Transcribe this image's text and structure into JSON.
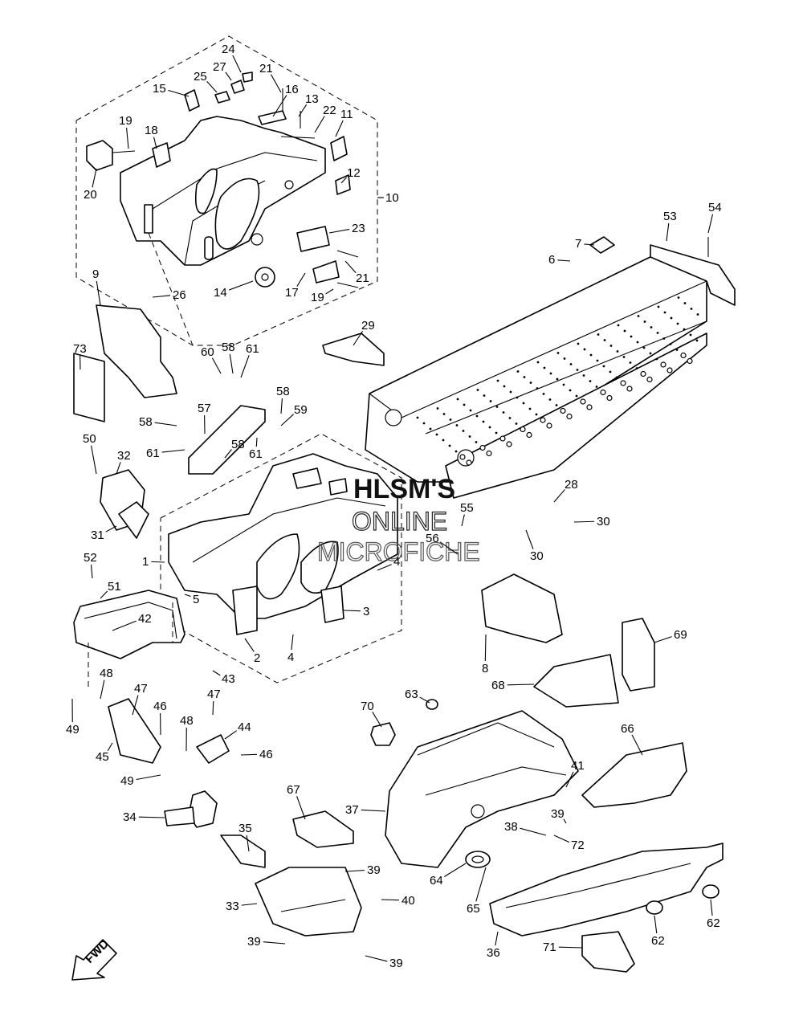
{
  "watermark": {
    "line1": "HLSM'S",
    "line2": "ONLINE",
    "line3": "MICROFICHE"
  },
  "fwd_label": "FWD",
  "callouts": [
    {
      "id": "c1",
      "text": "1"
    },
    {
      "id": "c2",
      "text": "2"
    },
    {
      "id": "c3",
      "text": "3"
    },
    {
      "id": "c4a",
      "text": "4"
    },
    {
      "id": "c4b",
      "text": "4"
    },
    {
      "id": "c5",
      "text": "5"
    },
    {
      "id": "c6",
      "text": "6"
    },
    {
      "id": "c7",
      "text": "7"
    },
    {
      "id": "c8",
      "text": "8"
    },
    {
      "id": "c9",
      "text": "9"
    },
    {
      "id": "c10",
      "text": "10"
    },
    {
      "id": "c11",
      "text": "11"
    },
    {
      "id": "c12",
      "text": "12"
    },
    {
      "id": "c13",
      "text": "13"
    },
    {
      "id": "c14",
      "text": "14"
    },
    {
      "id": "c15",
      "text": "15"
    },
    {
      "id": "c16",
      "text": "16"
    },
    {
      "id": "c17",
      "text": "17"
    },
    {
      "id": "c18",
      "text": "18"
    },
    {
      "id": "c19a",
      "text": "19"
    },
    {
      "id": "c19b",
      "text": "19"
    },
    {
      "id": "c20",
      "text": "20"
    },
    {
      "id": "c21a",
      "text": "21"
    },
    {
      "id": "c21b",
      "text": "21"
    },
    {
      "id": "c22",
      "text": "22"
    },
    {
      "id": "c23",
      "text": "23"
    },
    {
      "id": "c24",
      "text": "24"
    },
    {
      "id": "c25",
      "text": "25"
    },
    {
      "id": "c26",
      "text": "26"
    },
    {
      "id": "c27",
      "text": "27"
    },
    {
      "id": "c28",
      "text": "28"
    },
    {
      "id": "c29",
      "text": "29"
    },
    {
      "id": "c30a",
      "text": "30"
    },
    {
      "id": "c30b",
      "text": "30"
    },
    {
      "id": "c31",
      "text": "31"
    },
    {
      "id": "c32",
      "text": "32"
    },
    {
      "id": "c33",
      "text": "33"
    },
    {
      "id": "c34",
      "text": "34"
    },
    {
      "id": "c35",
      "text": "35"
    },
    {
      "id": "c36",
      "text": "36"
    },
    {
      "id": "c37",
      "text": "37"
    },
    {
      "id": "c38",
      "text": "38"
    },
    {
      "id": "c39a",
      "text": "39"
    },
    {
      "id": "c39b",
      "text": "39"
    },
    {
      "id": "c39c",
      "text": "39"
    },
    {
      "id": "c39d",
      "text": "39"
    },
    {
      "id": "c40",
      "text": "40"
    },
    {
      "id": "c41",
      "text": "41"
    },
    {
      "id": "c42",
      "text": "42"
    },
    {
      "id": "c43",
      "text": "43"
    },
    {
      "id": "c44",
      "text": "44"
    },
    {
      "id": "c45",
      "text": "45"
    },
    {
      "id": "c46a",
      "text": "46"
    },
    {
      "id": "c46b",
      "text": "46"
    },
    {
      "id": "c47a",
      "text": "47"
    },
    {
      "id": "c47b",
      "text": "47"
    },
    {
      "id": "c48a",
      "text": "48"
    },
    {
      "id": "c48b",
      "text": "48"
    },
    {
      "id": "c49a",
      "text": "49"
    },
    {
      "id": "c49b",
      "text": "49"
    },
    {
      "id": "c50",
      "text": "50"
    },
    {
      "id": "c51",
      "text": "51"
    },
    {
      "id": "c52",
      "text": "52"
    },
    {
      "id": "c53",
      "text": "53"
    },
    {
      "id": "c54",
      "text": "54"
    },
    {
      "id": "c55",
      "text": "55"
    },
    {
      "id": "c56",
      "text": "56"
    },
    {
      "id": "c57",
      "text": "57"
    },
    {
      "id": "c58a",
      "text": "58"
    },
    {
      "id": "c58b",
      "text": "58"
    },
    {
      "id": "c58c",
      "text": "58"
    },
    {
      "id": "c58d",
      "text": "58"
    },
    {
      "id": "c59",
      "text": "59"
    },
    {
      "id": "c60",
      "text": "60"
    },
    {
      "id": "c61a",
      "text": "61"
    },
    {
      "id": "c61b",
      "text": "61"
    },
    {
      "id": "c61c",
      "text": "61"
    },
    {
      "id": "c62a",
      "text": "62"
    },
    {
      "id": "c62b",
      "text": "62"
    },
    {
      "id": "c63",
      "text": "63"
    },
    {
      "id": "c64",
      "text": "64"
    },
    {
      "id": "c65",
      "text": "65"
    },
    {
      "id": "c66",
      "text": "66"
    },
    {
      "id": "c67",
      "text": "67"
    },
    {
      "id": "c68",
      "text": "68"
    },
    {
      "id": "c69",
      "text": "69"
    },
    {
      "id": "c70",
      "text": "70"
    },
    {
      "id": "c71",
      "text": "71"
    },
    {
      "id": "c72",
      "text": "72"
    },
    {
      "id": "c73",
      "text": "73"
    }
  ]
}
